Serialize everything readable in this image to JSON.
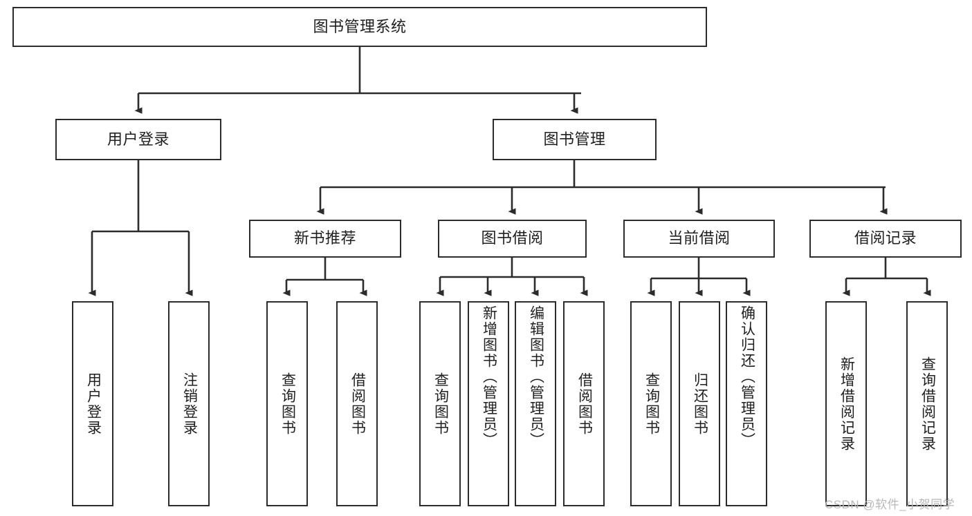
{
  "diagram": {
    "type": "tree-hierarchy",
    "title": "图书管理系统",
    "watermark": "CSDN @软件_小贺同学",
    "colors": {
      "node_border": "#2b2b2b",
      "node_fill": "#ffffff",
      "edge": "#2b2b2b",
      "text": "#1f1f1f",
      "watermark": "#b8b8b8",
      "background": "#ffffff"
    },
    "nodes": {
      "root": {
        "label": "图书管理系统",
        "orientation": "horizontal"
      },
      "level1": [
        {
          "id": "user-login",
          "label": "用户登录",
          "orientation": "horizontal"
        },
        {
          "id": "book-manage",
          "label": "图书管理",
          "orientation": "horizontal"
        }
      ],
      "level2": [
        {
          "id": "new-book-rec",
          "label": "新书推荐",
          "orientation": "horizontal"
        },
        {
          "id": "book-borrow",
          "label": "图书借阅",
          "orientation": "horizontal"
        },
        {
          "id": "current-borrow",
          "label": "当前借阅",
          "orientation": "horizontal"
        },
        {
          "id": "borrow-record",
          "label": "借阅记录",
          "orientation": "horizontal"
        }
      ],
      "leaves": {
        "user-login": [
          {
            "id": "leaf-user-login",
            "label": "用户登录",
            "orientation": "vertical"
          },
          {
            "id": "leaf-logout",
            "label": "注销登录",
            "orientation": "vertical"
          }
        ],
        "new-book-rec": [
          {
            "id": "leaf-query-book-1",
            "label": "查询图书",
            "orientation": "vertical"
          },
          {
            "id": "leaf-borrow-book-1",
            "label": "借阅图书",
            "orientation": "vertical"
          }
        ],
        "book-borrow": [
          {
            "id": "leaf-query-book-2",
            "label": "查询图书",
            "orientation": "vertical"
          },
          {
            "id": "leaf-add-book",
            "label": "新增图书（管理员）",
            "orientation": "vertical"
          },
          {
            "id": "leaf-edit-book",
            "label": "编辑图书（管理员）",
            "orientation": "vertical"
          },
          {
            "id": "leaf-borrow-book-2",
            "label": "借阅图书",
            "orientation": "vertical"
          }
        ],
        "current-borrow": [
          {
            "id": "leaf-query-book-3",
            "label": "查询图书",
            "orientation": "vertical"
          },
          {
            "id": "leaf-return-book",
            "label": "归还图书",
            "orientation": "vertical"
          },
          {
            "id": "leaf-confirm-return",
            "label": "确认归还（管理员）",
            "orientation": "vertical"
          }
        ],
        "borrow-record": [
          {
            "id": "leaf-add-record",
            "label": "新增借阅记录",
            "orientation": "vertical"
          },
          {
            "id": "leaf-query-record",
            "label": "查询借阅记录",
            "orientation": "vertical"
          }
        ]
      }
    }
  }
}
